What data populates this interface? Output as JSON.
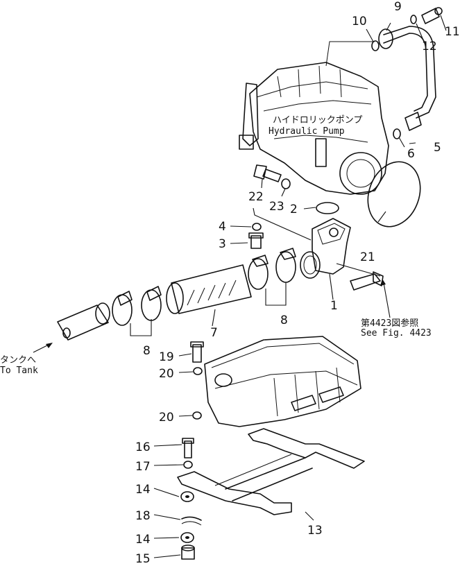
{
  "labels": {
    "pump_jp": "ハイドロリックポンプ",
    "pump_en": "Hydraulic  Pump",
    "see_jp": "第4423図参照",
    "see_en": "See  Fig. 4423",
    "tank_jp": "タンクへ",
    "tank_en": "To  Tank"
  },
  "callouts": [
    "1",
    "2",
    "3",
    "4",
    "5",
    "6",
    "7",
    "8",
    "8",
    "9",
    "10",
    "11",
    "12",
    "13",
    "14",
    "14",
    "15",
    "16",
    "17",
    "18",
    "19",
    "20",
    "20",
    "21",
    "22",
    "23"
  ]
}
